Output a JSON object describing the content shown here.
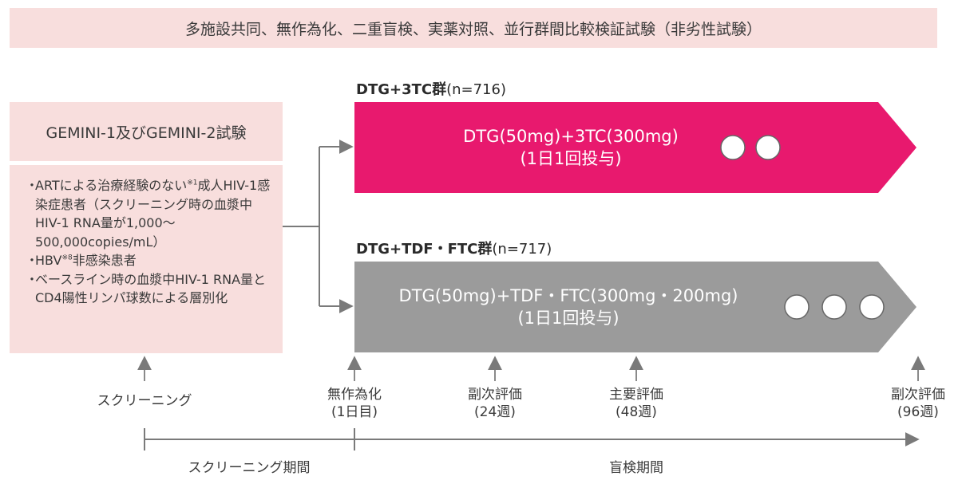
{
  "banner": "多施設共同、無作為化、二重盲検、実薬対照、並行群間比較検証試験（非劣性試験）",
  "study": {
    "title": "GEMINI-1及びGEMINI-2試験",
    "criteria": [
      {
        "pre": "ARTによる治療経験のない",
        "sup": "※1",
        "post": "成人HIV-1感染症患者（スクリーニング時の血漿中HIV-1 RNA量が1,000～500,000copies/mL）"
      },
      {
        "pre": "HBV",
        "sup": "※8",
        "post": "非感染患者"
      },
      {
        "pre": "ベースライン時の血漿中HIV-1 RNA量とCD4陽性リンパ球数による層別化",
        "sup": "",
        "post": ""
      }
    ]
  },
  "arms": [
    {
      "name": "DTG+3TC群",
      "n": "(n=716)",
      "line1": "DTG(50mg)+3TC(300mg)",
      "line2": "(1日1回投与)",
      "color": "#e8196e",
      "circles": 2
    },
    {
      "name": "DTG+TDF・FTC群",
      "n": "(n=717)",
      "line1": "DTG(50mg)+TDF・FTC(300mg・200mg)",
      "line2": "(1日1回投与)",
      "color": "#9b9b9b",
      "circles": 3
    }
  ],
  "timeline": {
    "screening": "スクリーニング",
    "points": [
      {
        "line1": "無作為化",
        "line2": "(1日目)"
      },
      {
        "line1": "副次評価",
        "line2": "(24週)"
      },
      {
        "line1": "主要評価",
        "line2": "(48週)"
      },
      {
        "line1": "副次評価",
        "line2": "(96週)"
      }
    ],
    "period_screening": "スクリーニング期間",
    "period_blind": "盲検期間"
  }
}
